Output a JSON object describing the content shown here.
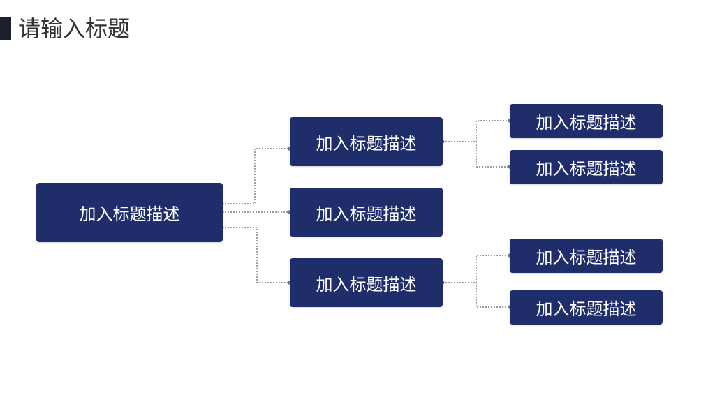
{
  "page": {
    "title": "请输入标题"
  },
  "colors": {
    "node_fill": "#1f2d6b",
    "connector": "#7a7a7a",
    "title_bar": "#1c1f2e"
  },
  "diagram": {
    "root": {
      "label": "加入标题描述"
    },
    "branches": [
      {
        "label": "加入标题描述",
        "children": [
          {
            "label": "加入标题描述"
          },
          {
            "label": "加入标题描述"
          }
        ]
      },
      {
        "label": "加入标题描述",
        "children": []
      },
      {
        "label": "加入标题描述",
        "children": [
          {
            "label": "加入标题描述"
          },
          {
            "label": "加入标题描述"
          }
        ]
      }
    ]
  }
}
